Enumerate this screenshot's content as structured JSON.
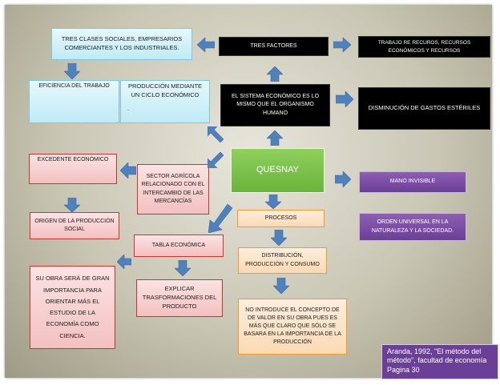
{
  "nodes": {
    "tres_clases": "TRES CLASES SOCIALES, EMPRESARIOS COMERCIANTES Y LOS INDUSTRIALES.",
    "tres_factores": "TRES FACTORES",
    "trabajo_re": "TRABAJO RE RECUROS, RECURSOS ECONÓMICOS Y RECURSOS",
    "eficiencia": "EFICIENCIA DEL TRABAJO",
    "produccion_ciclo": "PRODUCCIÓN MEDIANTE UN CICLO ECONÓMICO",
    "produccion_ciclo_dot": ".",
    "sistema_economico": "EL SISTEMA ECONÓMICO ES LO MISMO QUE EL ORGANISMO HUMANO",
    "disminucion": "DISMINUCIÓN DE GASTOS ESTÉRILES",
    "excedente": "EXCEDENTE ECONÓMICO",
    "sector_agricola": "SECTOR AGRÍCOLA RELACIONADO CON EL INTERCAMBIO DE LAS MERCANCÍAS",
    "quesnay": "QUESNAY",
    "mano_invisible": "MANO INVISIBLE",
    "origen": "ORIGEN DE LA PRODUCCIÓN SOCIAL",
    "procesos": "PROCESOS",
    "orden_universal": "ORDEN UNIVERSAL EN LA NATURALEZA Y LA SOCIEDAD.",
    "tabla_economica": "TABLA ECONÓMICA",
    "distribucion": "DISTRIBUCIÓN, PRODUCCIÓN Y CONSUMO",
    "su_obra": "SU OBRA SERÁ DE GRAN IMPORTANCIA PARA ORIENTAR MÁS EL ESTUDIO DE LA ECONOMÍA COMO CIENCIA.",
    "explicar": "EXPLICAR TRASFORMACIONES DEL PRODUCTO",
    "no_introduce": "NO INTRODUCE EL CONCEPTO DE DE VALOR EN SU OBRA PUES ES MÁS QUE CLARO QUE SÓLO SE BASARA EN LA IMPORTANCIA DE LA PRODUCCIÓN"
  },
  "citation": "Aranda, 1992, \"El método del método\", facultad de economía  Pagina 30",
  "colors": {
    "arrow": "#4f81bd",
    "purple": "#6a3f96",
    "green": "#69b43b",
    "black": "#000000"
  }
}
